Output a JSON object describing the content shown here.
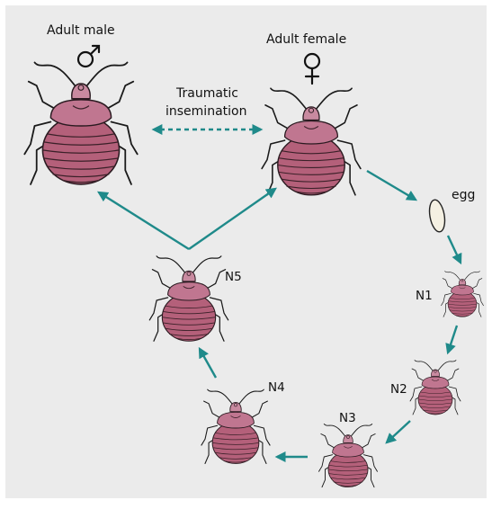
{
  "labels": {
    "adult_male": "Adult male",
    "adult_female": "Adult female",
    "traumatic_line1": "Traumatic",
    "traumatic_line2": "insemination",
    "egg": "egg",
    "n1": "N1",
    "n2": "N2",
    "n3": "N3",
    "n4": "N4",
    "n5": "N5"
  },
  "symbols": {
    "male": "male-symbol",
    "female": "female-symbol"
  },
  "colors": {
    "background": "#ebebeb",
    "arrow": "#1f8a8a",
    "bug_body": "#b4607a",
    "bug_head": "#c98aa0",
    "egg": "#f4f0e2"
  }
}
